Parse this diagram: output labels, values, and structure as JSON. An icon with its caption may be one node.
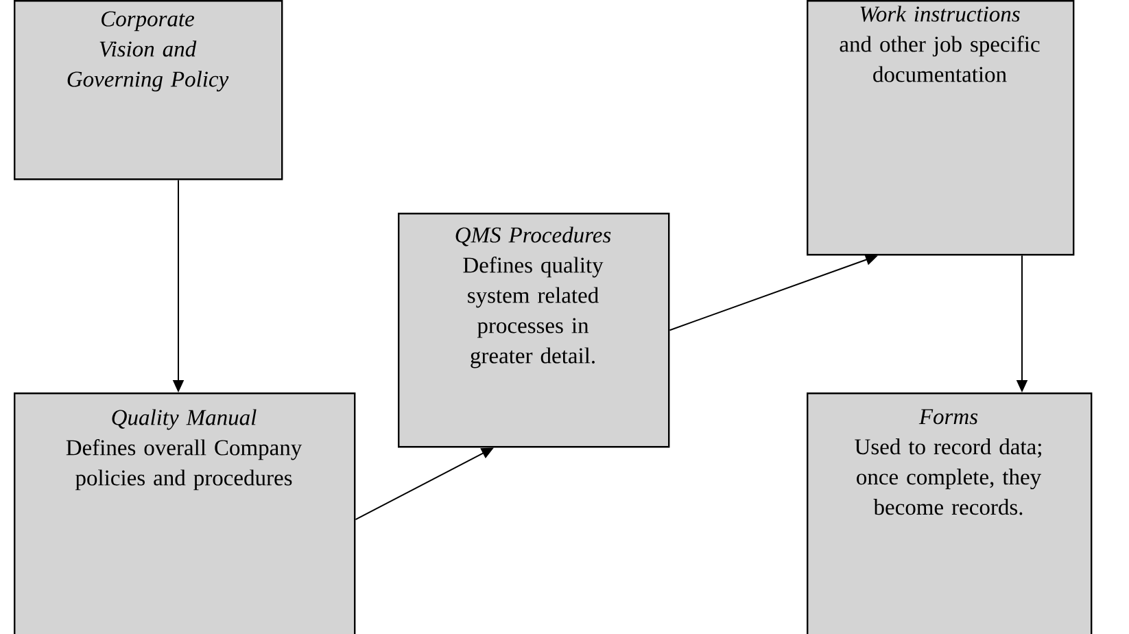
{
  "diagram": {
    "nodes": [
      {
        "text": [
          "Corporate Vision and Governing Policy"
        ]
      },
      {
        "text": [
          "Quality Manual",
          "Defines overall Company policies and procedures"
        ]
      },
      {
        "text": [
          "QMS Procedures",
          "Defines quality system related processes in greater detail."
        ]
      },
      {
        "text": [
          "Work instructions",
          "and other job specific documentation"
        ]
      },
      {
        "text": [
          "Forms",
          "Used to record data; once complete, they become records."
        ]
      }
    ],
    "edges": [
      {
        "from": 0,
        "to": 1,
        "arrow": "to"
      },
      {
        "from": 1,
        "to": 2,
        "arrow": "to"
      },
      {
        "from": 2,
        "to": 3,
        "arrow": "to"
      },
      {
        "from": 3,
        "to": 4,
        "arrow": "to"
      }
    ]
  }
}
